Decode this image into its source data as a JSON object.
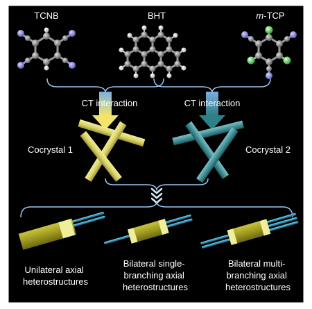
{
  "molecules": {
    "tcnb": {
      "label": "TCNB"
    },
    "bht": {
      "label": "BHT"
    },
    "mtcp": {
      "prefix": "m",
      "suffix": "-TCP"
    }
  },
  "interactions": {
    "left": "CT interaction",
    "right": "CT interaction"
  },
  "cocrystals": {
    "one": "Cocrystal 1",
    "two": "Cocrystal 2"
  },
  "heterostructures": {
    "unilateral": [
      "Unilateral axial",
      "heterostructures"
    ],
    "single": [
      "Bilateral single-",
      "branching axial",
      "heterostructures"
    ],
    "multi": [
      "Bilateral multi-",
      "branching axial",
      "heterostructures"
    ]
  },
  "colors": {
    "background": "#000000",
    "frame": "#ffffff",
    "bracket": "#9cc6f0",
    "cocrystal1": "#d9d26a",
    "cocrystal2": "#3f8f95",
    "carbon": "#8f8f8f",
    "hydrogen": "#f2f2f2",
    "nitrogen": "#8f8fe6",
    "chlorine": "#6fe06f",
    "rod_body": "#9f9a20",
    "rod_cap": "#f0ee9a",
    "branch": "#2f9bc2"
  }
}
